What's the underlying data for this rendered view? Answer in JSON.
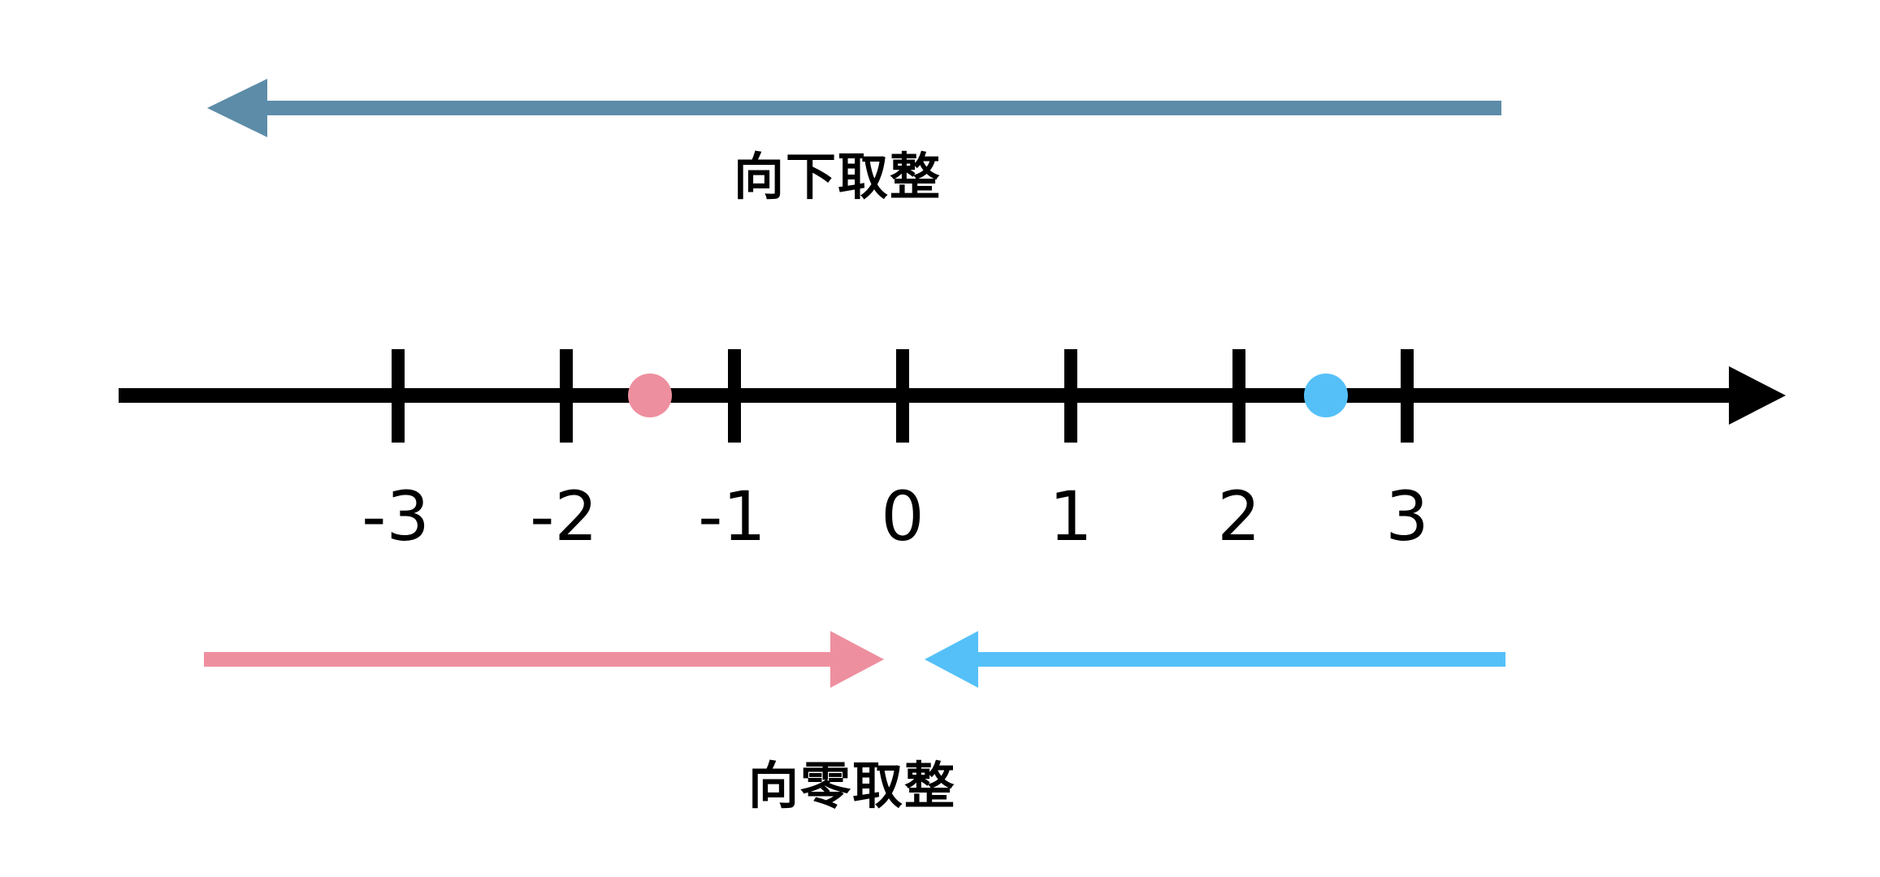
{
  "colors": {
    "background": "#ffffff",
    "axis": "#000000",
    "text": "#000000",
    "floor_arrow": "#5d8ca9",
    "toward_zero_negative_arrow": "#ee8f9f",
    "toward_zero_positive_arrow": "#55c0f8",
    "negative_point": "#ee8f9f",
    "positive_point": "#55c0f8"
  },
  "floor_arrow": {
    "label": "向下取整",
    "direction": "left"
  },
  "toward_zero": {
    "label": "向零取整",
    "negative_arrow_direction": "right",
    "positive_arrow_direction": "left"
  },
  "number_line": {
    "axis_range": [
      -3,
      3
    ],
    "arrow_direction": "right",
    "tick_labels": [
      "-3",
      "-2",
      "-1",
      "0",
      "1",
      "2",
      "3"
    ],
    "points": [
      {
        "name": "negative-point",
        "value": -1.5,
        "color": "#ee8f9f"
      },
      {
        "name": "positive-point",
        "value": 2.5,
        "color": "#55c0f8"
      }
    ]
  }
}
